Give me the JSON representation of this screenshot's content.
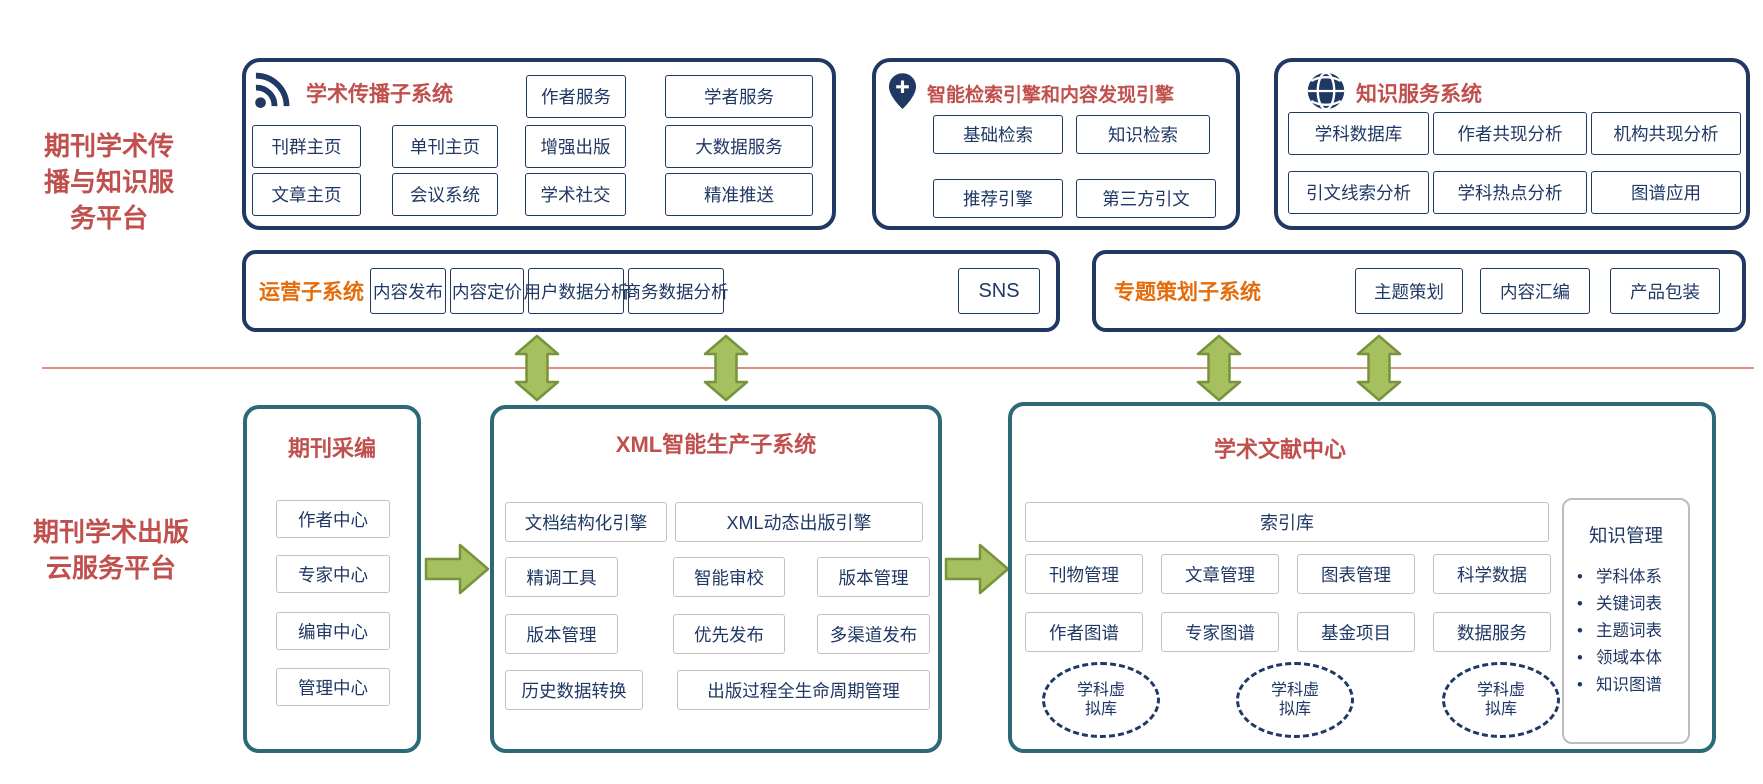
{
  "colors": {
    "navy": "#1f3864",
    "title_red": "#c0504d",
    "orange": "#e46c0a",
    "teal": "#2d6a78",
    "arrow_green": "#a6c060",
    "arrow_green_dark": "#77933c",
    "divider_red": "#e08e86",
    "gray_item_border": "#c3c3c3"
  },
  "left_labels": {
    "top": "期刊学术传\n播与知识服\n务平台",
    "bottom": "期刊学术出版\n云服务平台"
  },
  "top_row": {
    "communication": {
      "icon": "rss-broadcast",
      "title": "学术传播子系统",
      "row1": [
        "作者服务",
        "学者服务"
      ],
      "row2": [
        "刊群主页",
        "单刊主页",
        "增强出版",
        "大数据服务"
      ],
      "row3": [
        "文章主页",
        "会议系统",
        "学术社交",
        "精准推送"
      ]
    },
    "discovery": {
      "icon": "location-pin-plus",
      "title": "智能检索引擎和内容发现引擎",
      "row1": [
        "基础检索",
        "知识检索"
      ],
      "row2": [
        "推荐引擎",
        "第三方引文"
      ]
    },
    "knowledge_service": {
      "icon": "globe",
      "title": "知识服务系统",
      "row1": [
        "学科数据库",
        "作者共现分析",
        "机构共现分析"
      ],
      "row2": [
        "引文线索分析",
        "学科热点分析",
        "图谱应用"
      ]
    }
  },
  "middle_row": {
    "operation": {
      "title": "运营子系统",
      "items": [
        "内容发布",
        "内容定价",
        "用户数据分析",
        "商务数据分析",
        "SNS"
      ]
    },
    "planning": {
      "title": "专题策划子系统",
      "items": [
        "主题策划",
        "内容汇编",
        "产品包装"
      ]
    }
  },
  "bottom_row": {
    "editorial": {
      "title": "期刊采编",
      "items": [
        "作者中心",
        "专家中心",
        "编审中心",
        "管理中心"
      ]
    },
    "xml_production": {
      "title": "XML智能生产子系统",
      "row1": [
        "文档结构化引擎",
        "XML动态出版引擎"
      ],
      "row2": [
        "精调工具",
        "智能审校",
        "版本管理"
      ],
      "row3": [
        "版本管理",
        "优先发布",
        "多渠道发布"
      ],
      "row4": [
        "历史数据转换",
        "出版过程全生命周期管理"
      ]
    },
    "literature_center": {
      "title": "学术文献中心",
      "index_bar": "索引库",
      "row1": [
        "刊物管理",
        "文章管理",
        "图表管理",
        "科学数据"
      ],
      "row2": [
        "作者图谱",
        "专家图谱",
        "基金项目",
        "数据服务"
      ],
      "virtual_libraries": [
        "学科虚\n拟库",
        "学科虚\n拟库",
        "学科虚\n拟库"
      ],
      "knowledge_management": {
        "title": "知识管理",
        "bullets": [
          "学科体系",
          "关键词表",
          "主题词表",
          "领域本体",
          "知识图谱"
        ]
      }
    }
  }
}
